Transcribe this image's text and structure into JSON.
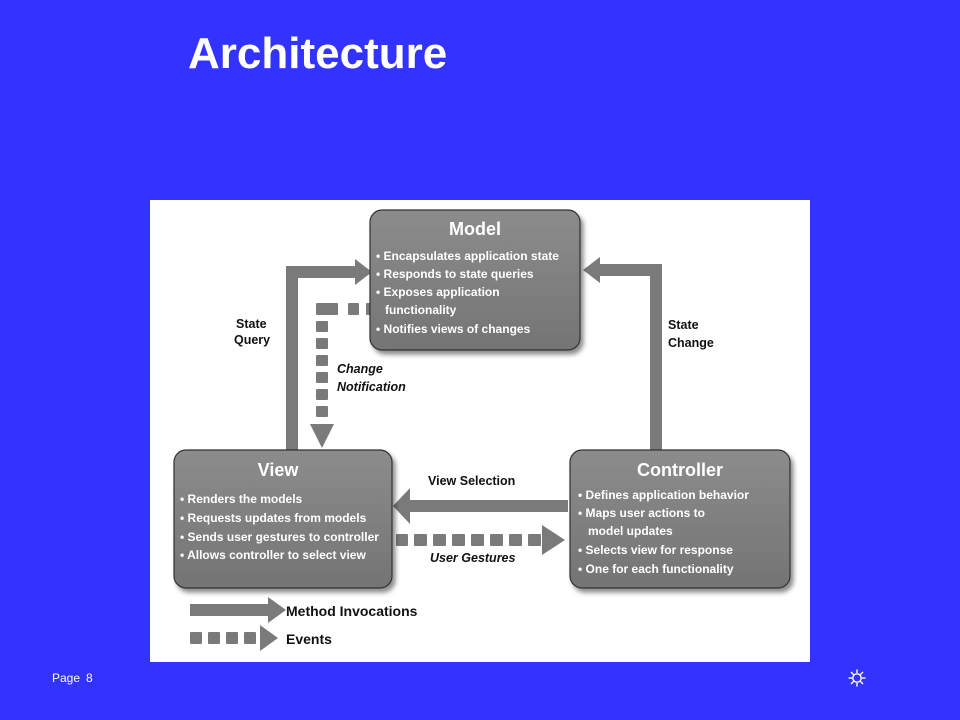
{
  "slide": {
    "title": "Architecture",
    "page_label": "Page",
    "page_number": "8",
    "background_color": "#3333ff"
  },
  "diagram": {
    "model": {
      "title": "Model",
      "bullets": [
        "• Encapsulates application state",
        "• Responds to state queries",
        "• Exposes application",
        "functionality",
        "• Notifies views of changes"
      ]
    },
    "view": {
      "title": "View",
      "bullets": [
        "• Renders the models",
        "• Requests updates from models",
        "• Sends user gestures to controller",
        "• Allows controller to select view"
      ]
    },
    "controller": {
      "title": "Controller",
      "bullets": [
        "• Defines application behavior",
        "• Maps user actions to",
        "model updates",
        "• Selects view for response",
        "• One for each functionality"
      ]
    },
    "labels": {
      "state_query": [
        "State",
        "Query"
      ],
      "state_change": [
        "State",
        "Change"
      ],
      "change_notification": [
        "Change",
        "Notification"
      ],
      "view_selection": "View Selection",
      "user_gestures": "User Gestures"
    },
    "legend": {
      "method_invocations": "Method Invocations",
      "events": "Events"
    },
    "colors": {
      "box_fill": "#7f7f7f",
      "arrow": "#7a7a7a"
    }
  },
  "icons": {
    "settings": "gear-icon"
  }
}
